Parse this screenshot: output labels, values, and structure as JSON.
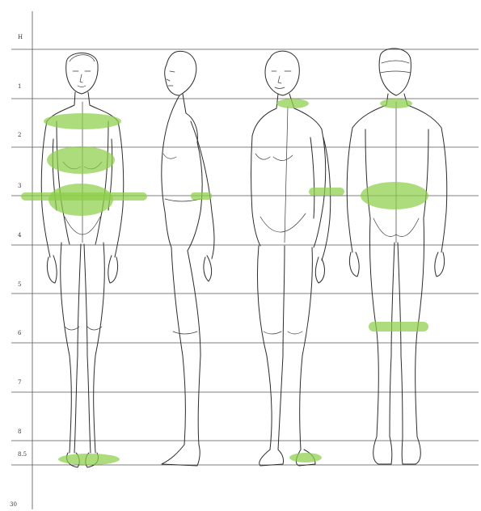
{
  "ruler": {
    "labels": [
      "H",
      "1",
      "2",
      "3",
      "4",
      "5",
      "6",
      "7",
      "8",
      "8.5"
    ]
  },
  "page_number": "30",
  "colors": {
    "highlight": "#8ccf4a",
    "line": "#2b2b2b",
    "guide": "#555555"
  },
  "figures": [
    {
      "name": "front-view"
    },
    {
      "name": "side-view"
    },
    {
      "name": "three-quarter-view"
    },
    {
      "name": "back-view"
    }
  ]
}
